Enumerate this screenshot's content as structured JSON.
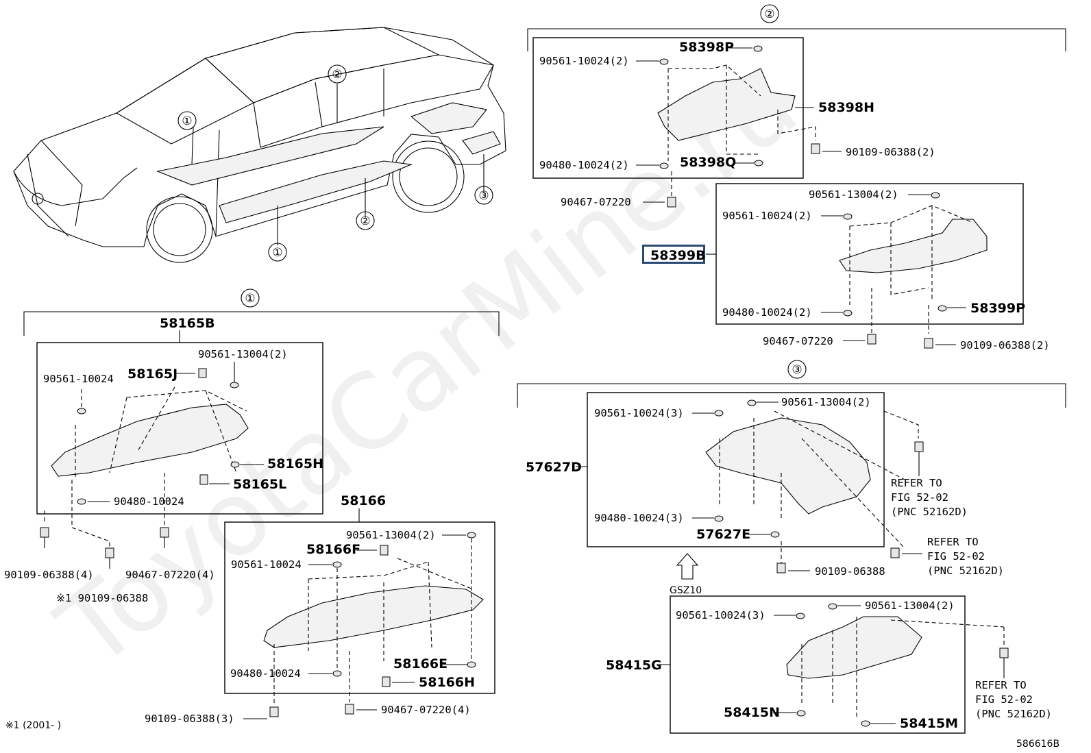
{
  "watermark": "ToyotaCarMine.ru",
  "diagram_id": "586616B",
  "callouts": {
    "c1": "①",
    "c2": "②",
    "c3": "③"
  },
  "group1": {
    "assembly": "58165B",
    "p_58165J": "58165J",
    "p_58165H": "58165H",
    "p_58165L": "58165L",
    "f_90561_13004_2": "90561-13004(2)",
    "f_90561_10024": "90561-10024",
    "f_90480_10024": "90480-10024",
    "f_90109_06388_4": "90109-06388(4)",
    "f_90467_07220_4": "90467-07220(4)",
    "note_part": "※1 90109-06388",
    "sub_assembly": "58166",
    "p_58166F": "58166F",
    "p_58166E": "58166E",
    "p_58166H": "58166H",
    "s_90561_13004_2": "90561-13004(2)",
    "s_90561_10024": "90561-10024",
    "s_90480_10024": "90480-10024",
    "s_90109_06388_3": "90109-06388(3)",
    "s_90467_07220_4": "90467-07220(4)",
    "footnote": "※1 (2001-    )"
  },
  "group2": {
    "p_58398P": "58398P",
    "p_58398H": "58398H",
    "p_58398Q": "58398Q",
    "f_90561_10024_2a": "90561-10024(2)",
    "f_90480_10024_2a": "90480-10024(2)",
    "f_90109_06388_2a": "90109-06388(2)",
    "f_90467_07220a": "90467-07220",
    "p_58399B": "58399B",
    "p_58399P": "58399P",
    "f_90561_13004_2b": "90561-13004(2)",
    "f_90561_10024_2b": "90561-10024(2)",
    "f_90480_10024_2b": "90480-10024(2)",
    "f_90467_07220b": "90467-07220",
    "f_90109_06388_2b": "90109-06388(2)"
  },
  "group3": {
    "p_57627D": "57627D",
    "p_57627E": "57627E",
    "f_90561_10024_3a": "90561-10024(3)",
    "f_90561_13004_2a": "90561-13004(2)",
    "f_90480_10024_3": "90480-10024(3)",
    "f_90109_06388": "90109-06388",
    "refer1": [
      "REFER TO",
      "FIG 52-02",
      "(PNC 52162D)"
    ],
    "refer2": [
      "REFER TO",
      "FIG 52-02",
      "(PNC 52162D)"
    ],
    "gsz": "GSZ10",
    "p_58415G": "58415G",
    "p_58415N": "58415N",
    "p_58415M": "58415M",
    "f_90561_10024_3b": "90561-10024(3)",
    "f_90561_13004_2b": "90561-13004(2)",
    "refer3": [
      "REFER TO",
      "FIG 52-02",
      "(PNC 52162D)"
    ]
  }
}
